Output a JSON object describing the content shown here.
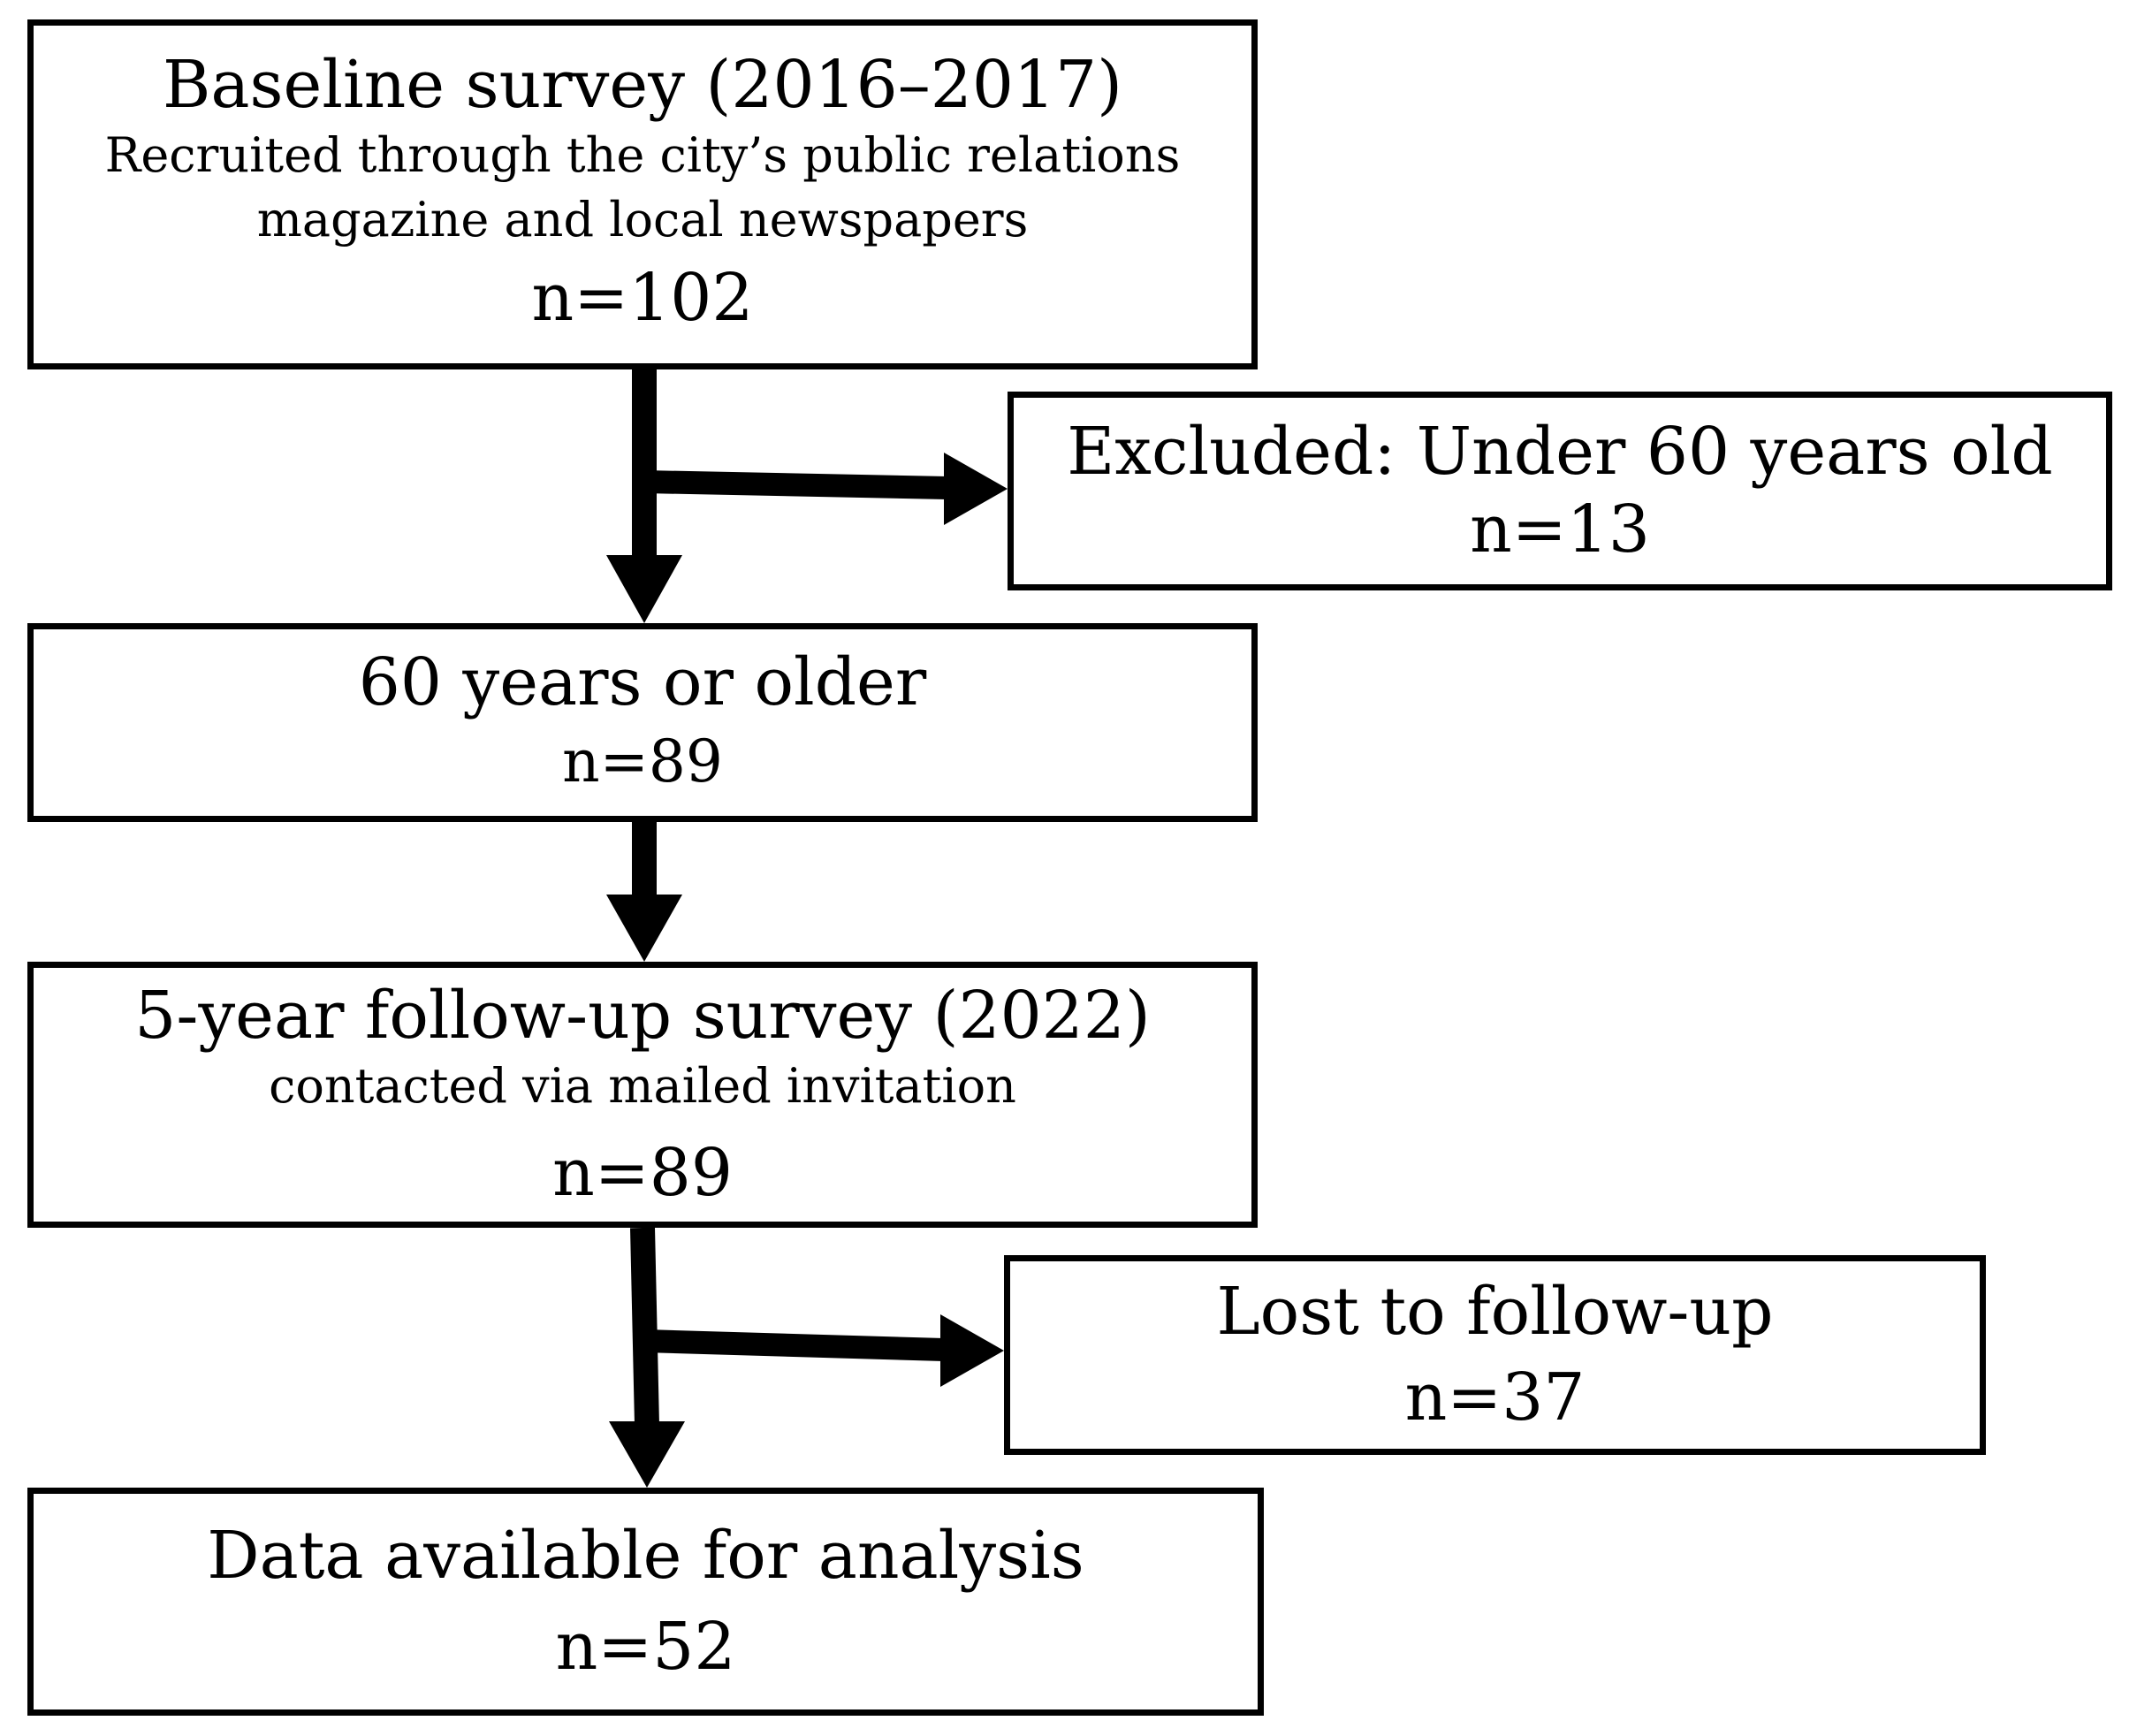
{
  "diagram": {
    "baseline": {
      "title": "Baseline survey (2016–2017)",
      "line1": "Recruited through the city’s public relations",
      "line2": "magazine and local newspapers",
      "count": "n=102"
    },
    "excluded": {
      "title": "Excluded: Under 60 years old",
      "count": "n=13"
    },
    "older": {
      "title": "60 years or older",
      "count": "n=89"
    },
    "followup": {
      "title": "5-year follow-up survey (2022)",
      "subtitle": "contacted via mailed invitation",
      "count": "n=89"
    },
    "lost": {
      "title": "Lost to follow-up",
      "count": "n=37"
    },
    "analysis": {
      "title": "Data available for analysis",
      "count": "n=52"
    }
  }
}
